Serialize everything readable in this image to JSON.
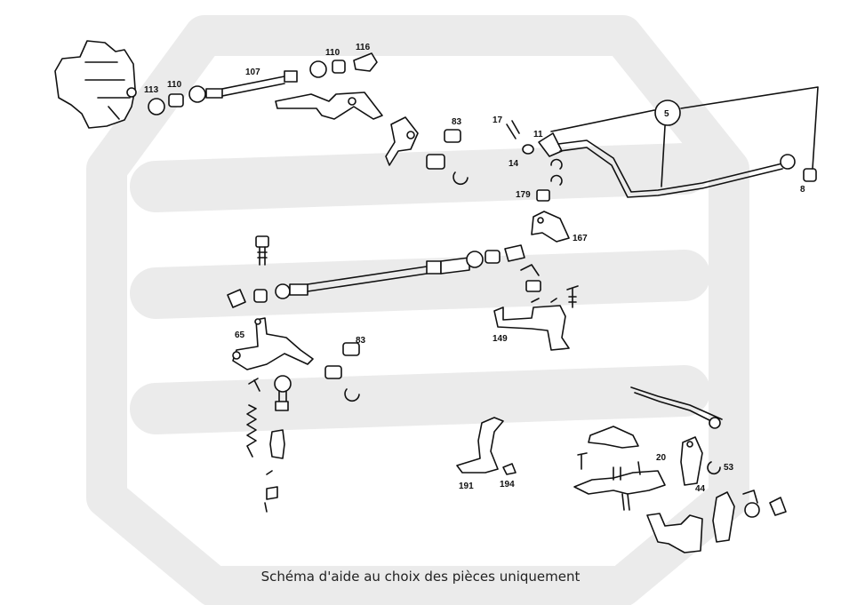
{
  "caption": "Schéma d'aide au choix des pièces uniquement",
  "watermark_color": "#ebebeb",
  "callouts": {
    "c107": "107",
    "c110a": "110",
    "c110b": "110",
    "c116": "116",
    "c113": "113",
    "c83a": "83",
    "c17": "17",
    "c11": "11",
    "c14": "14",
    "c5": "5",
    "c8": "8",
    "c179": "179",
    "c167": "167",
    "c65": "65",
    "c83b": "83",
    "c149": "149",
    "c191": "191",
    "c194": "194",
    "c20": "20",
    "c53": "53",
    "c44": "44"
  }
}
